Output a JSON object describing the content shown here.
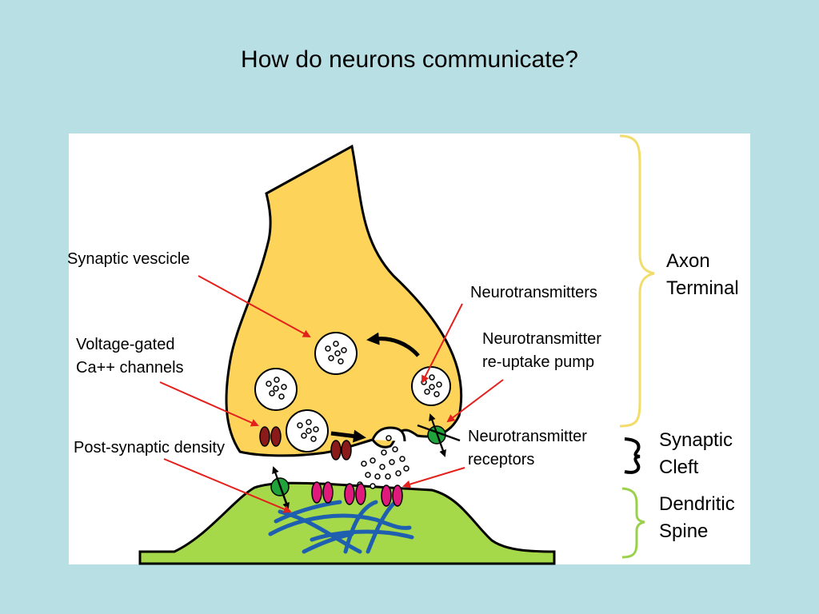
{
  "slide": {
    "title": "How do neurons communicate?"
  },
  "labels": {
    "synaptic_vesicle": "Synaptic vescicle",
    "vg_channels_1": "Voltage-gated",
    "vg_channels_2": "Ca++ channels",
    "post_synaptic_density": "Post-synaptic density",
    "neurotransmitters": "Neurotransmitters",
    "reuptake_1": "Neurotransmitter",
    "reuptake_2": "re-uptake pump",
    "receptors_1": "Neurotransmitter",
    "receptors_2": "receptors"
  },
  "regions": {
    "axon_terminal_1": "Axon",
    "axon_terminal_2": "Terminal",
    "synaptic_cleft_1": "Synaptic",
    "synaptic_cleft_2": "Cleft",
    "dendritic_spine_1": "Dendritic",
    "dendritic_spine_2": "Spine"
  },
  "colors": {
    "background": "#b8dfe4",
    "axon_fill": "#fdd35a",
    "spine_fill": "#a6d94a",
    "arrow_red": "#e3201b",
    "channel_dark_red": "#8b1a1a",
    "receptor_magenta": "#e0197c",
    "pump_green": "#1fa33a",
    "filament_blue": "#1f5fb0",
    "brace_yellow": "#f2dc6b",
    "brace_green": "#9bd04a"
  }
}
